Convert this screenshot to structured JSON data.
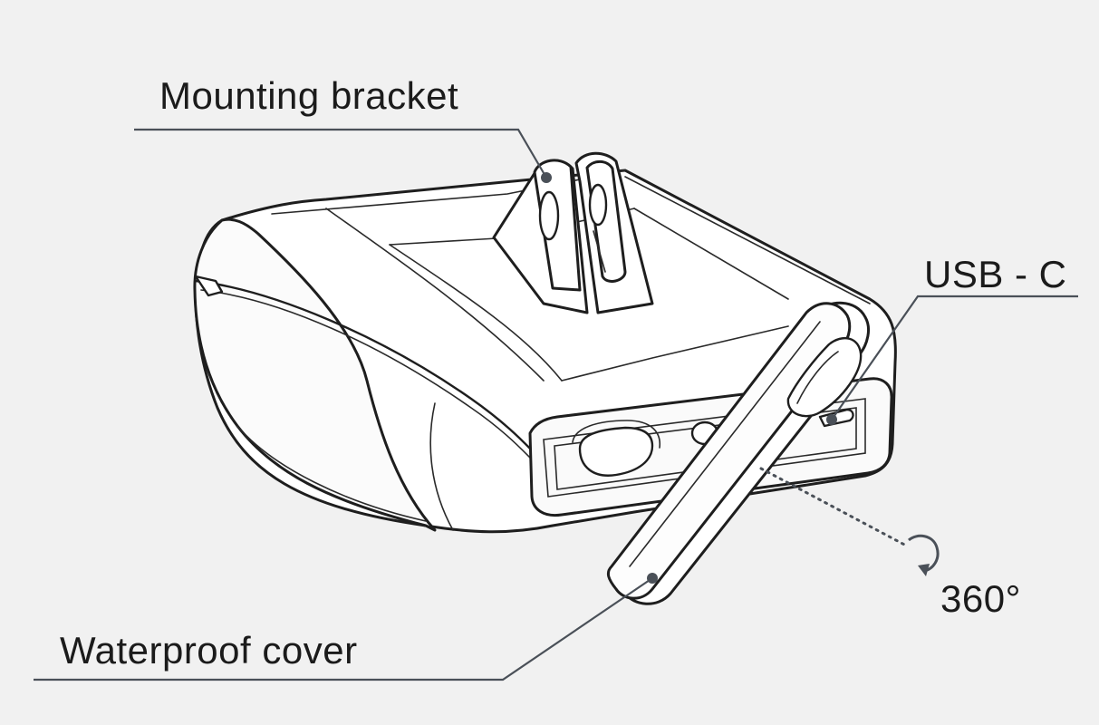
{
  "callouts": {
    "mounting_bracket": "Mounting bracket",
    "usb_c": "USB - C",
    "waterproof_cover": "Waterproof cover",
    "rotation": "360°"
  },
  "colors": {
    "background": "#f1f1f1",
    "outline": "#1e1e1e",
    "leader_line": "#4a5058",
    "device_fill": "#ffffff"
  }
}
